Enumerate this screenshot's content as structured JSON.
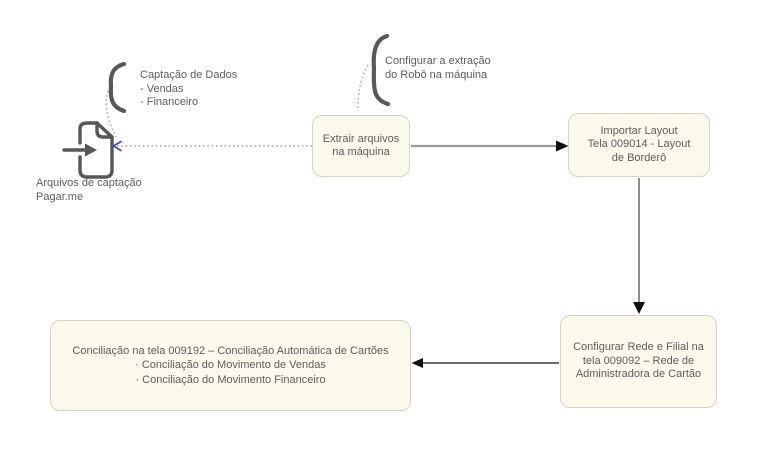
{
  "canvas": {
    "background": "#FFFFFF"
  },
  "nodes": [
    {
      "id": "extract",
      "label": "Extrair arquivos\nna máquina"
    },
    {
      "id": "import",
      "label": "Importar Layout\nTela 009014 - Layout\nde Borderô"
    },
    {
      "id": "network",
      "label": "Configurar Rede e Filial na\ntela 009092 – Rede de\nAdministradora de Cartão"
    },
    {
      "id": "reconcile",
      "label": "Conciliação na tela 009192 – Conciliação Automática de Cartões\n· Conciliação do Movimento de Vendas\n· Conciliação do Movimento Financeiro"
    }
  ],
  "annotations": [
    {
      "id": "capture",
      "label": "Captação de Dados\n- Vendas\n- Financeiro"
    },
    {
      "id": "robot",
      "label": "Configurar a extração\ndo Robô na máquina"
    },
    {
      "id": "files",
      "label": "Arquivos de captação\nPagar.me"
    }
  ],
  "icons": {
    "source_file": "file-import-icon",
    "capture_annotation": "brace-icon",
    "robot_annotation": "brace-icon",
    "incoming_pointer": "blue-arrowhead-icon"
  },
  "connections": [
    {
      "from": "extract",
      "to": "files",
      "style": "dotted",
      "arrowhead": "blue"
    },
    {
      "from": "capture-brace",
      "to": "file-import-icon",
      "style": "dotted",
      "arrowhead": "none"
    },
    {
      "from": "robot-brace",
      "to": "extract",
      "style": "dotted",
      "arrowhead": "none"
    },
    {
      "from": "extract",
      "to": "import",
      "style": "solid",
      "arrowhead": "black"
    },
    {
      "from": "import",
      "to": "network",
      "style": "solid",
      "arrowhead": "black"
    },
    {
      "from": "network",
      "to": "reconcile",
      "style": "solid",
      "arrowhead": "black"
    }
  ],
  "colors": {
    "node_bg": "#FAF9EC",
    "node_border": "#D5D5C6",
    "text": "#5D5D5D",
    "connector_gray": "#9B9B9B",
    "connector_mid": "#6F6F6F",
    "connector_dark": "#333333",
    "arrowhead": "#111111",
    "dotted": "#A6A6A6",
    "glyph": "#57575A",
    "accent_blue": "#4343CD"
  }
}
